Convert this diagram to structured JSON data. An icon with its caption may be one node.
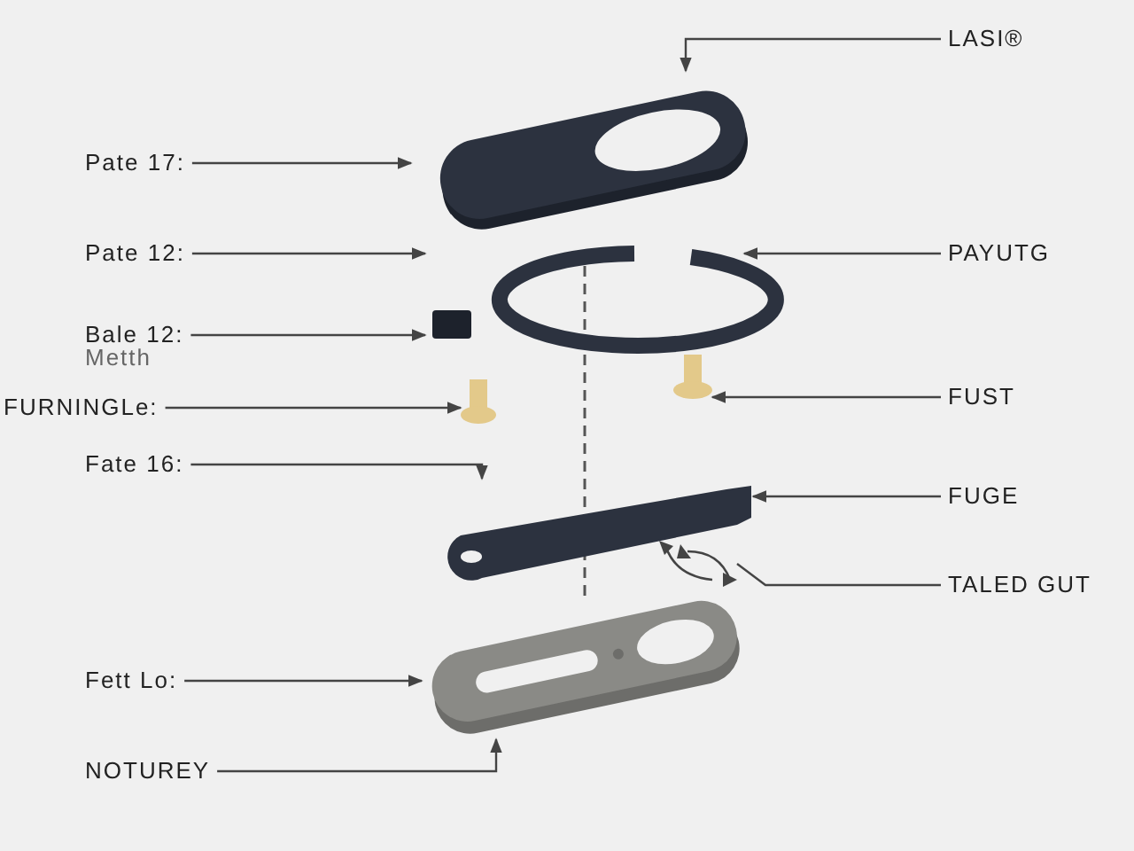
{
  "diagram": {
    "nodes": [
      {
        "text": [
          "LASI®"
        ]
      },
      {
        "text": [
          "Pate 17:"
        ]
      },
      {
        "text": [],
        "shape": "picture"
      },
      {
        "text": [
          "Pate 12:"
        ]
      },
      {
        "text": [
          "PAYUTG"
        ]
      },
      {
        "text": [],
        "shape": "picture"
      },
      {
        "text": [
          "Bale 12:"
        ]
      },
      {
        "text": [],
        "shape": "picture"
      },
      {
        "text": [],
        "shape": "picture"
      },
      {
        "text": [
          "FURNINGLe:"
        ]
      },
      {
        "text": [
          "FUST"
        ]
      },
      {
        "text": [
          "Fate 16:"
        ]
      },
      {
        "text": [
          "FUGE"
        ]
      },
      {
        "text": [],
        "shape": "picture"
      },
      {
        "text": [],
        "shape": "picture"
      },
      {
        "text": [
          "TALED GUT"
        ]
      },
      {
        "text": [
          "Fett Lo:"
        ]
      },
      {
        "text": [],
        "shape": "picture"
      },
      {
        "text": [
          "NOTUREY"
        ]
      }
    ],
    "edges": [
      {
        "from": 0,
        "to": 2,
        "arrow": "to"
      },
      {
        "from": 1,
        "to": 2,
        "arrow": "to"
      },
      {
        "from": 3,
        "to": 5,
        "arrow": "to"
      },
      {
        "from": 4,
        "to": 5,
        "arrow": "to"
      },
      {
        "from": 6,
        "to": 5,
        "arrow": "to"
      },
      {
        "from": 9,
        "to": 7,
        "arrow": "to"
      },
      {
        "from": 10,
        "to": 8,
        "arrow": "to"
      },
      {
        "from": 11,
        "to": 13,
        "arrow": "to"
      },
      {
        "from": 12,
        "to": 13,
        "arrow": "to"
      },
      {
        "from": 15,
        "to": 14,
        "arrow": "none"
      },
      {
        "from": 16,
        "to": 17,
        "arrow": "to"
      },
      {
        "from": 18,
        "to": 17,
        "arrow": "to"
      }
    ],
    "labels": [
      "Metth"
    ]
  }
}
